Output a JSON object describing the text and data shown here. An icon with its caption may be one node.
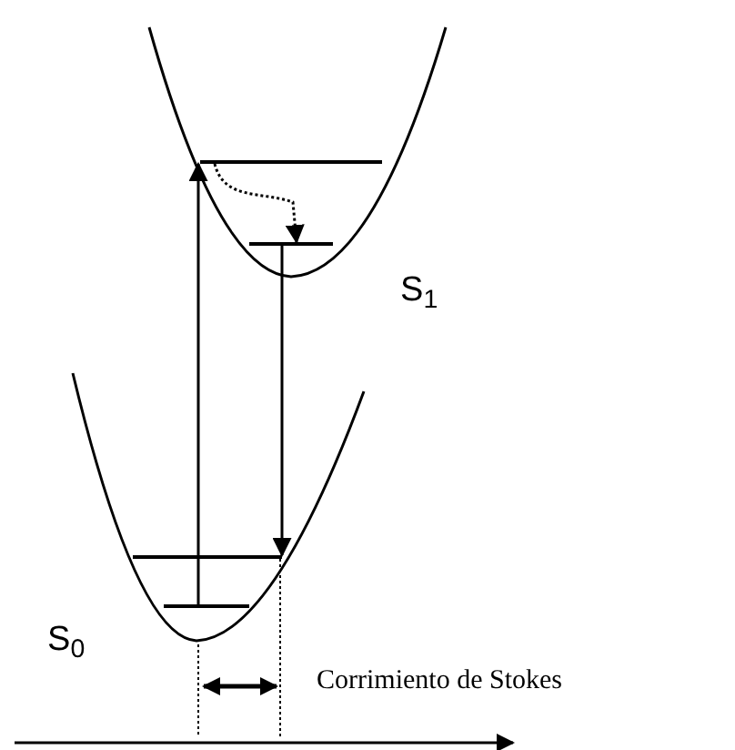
{
  "diagram": {
    "nodes": [
      {
        "text": [],
        "shape": "bar"
      },
      {
        "text": [],
        "shape": "bar"
      },
      {
        "text": [],
        "shape": "bar"
      },
      {
        "text": [],
        "shape": "bar"
      }
    ],
    "edges": [
      {
        "from": 3,
        "to": 0,
        "arrow": "to"
      },
      {
        "from": 0,
        "to": 1,
        "arrow": "to",
        "style": "dashed"
      },
      {
        "from": 1,
        "to": 2,
        "arrow": "to"
      }
    ],
    "labels": [
      "S$_{1}$",
      "S$_{0}$",
      "Corrimiento de Stokes"
    ]
  }
}
